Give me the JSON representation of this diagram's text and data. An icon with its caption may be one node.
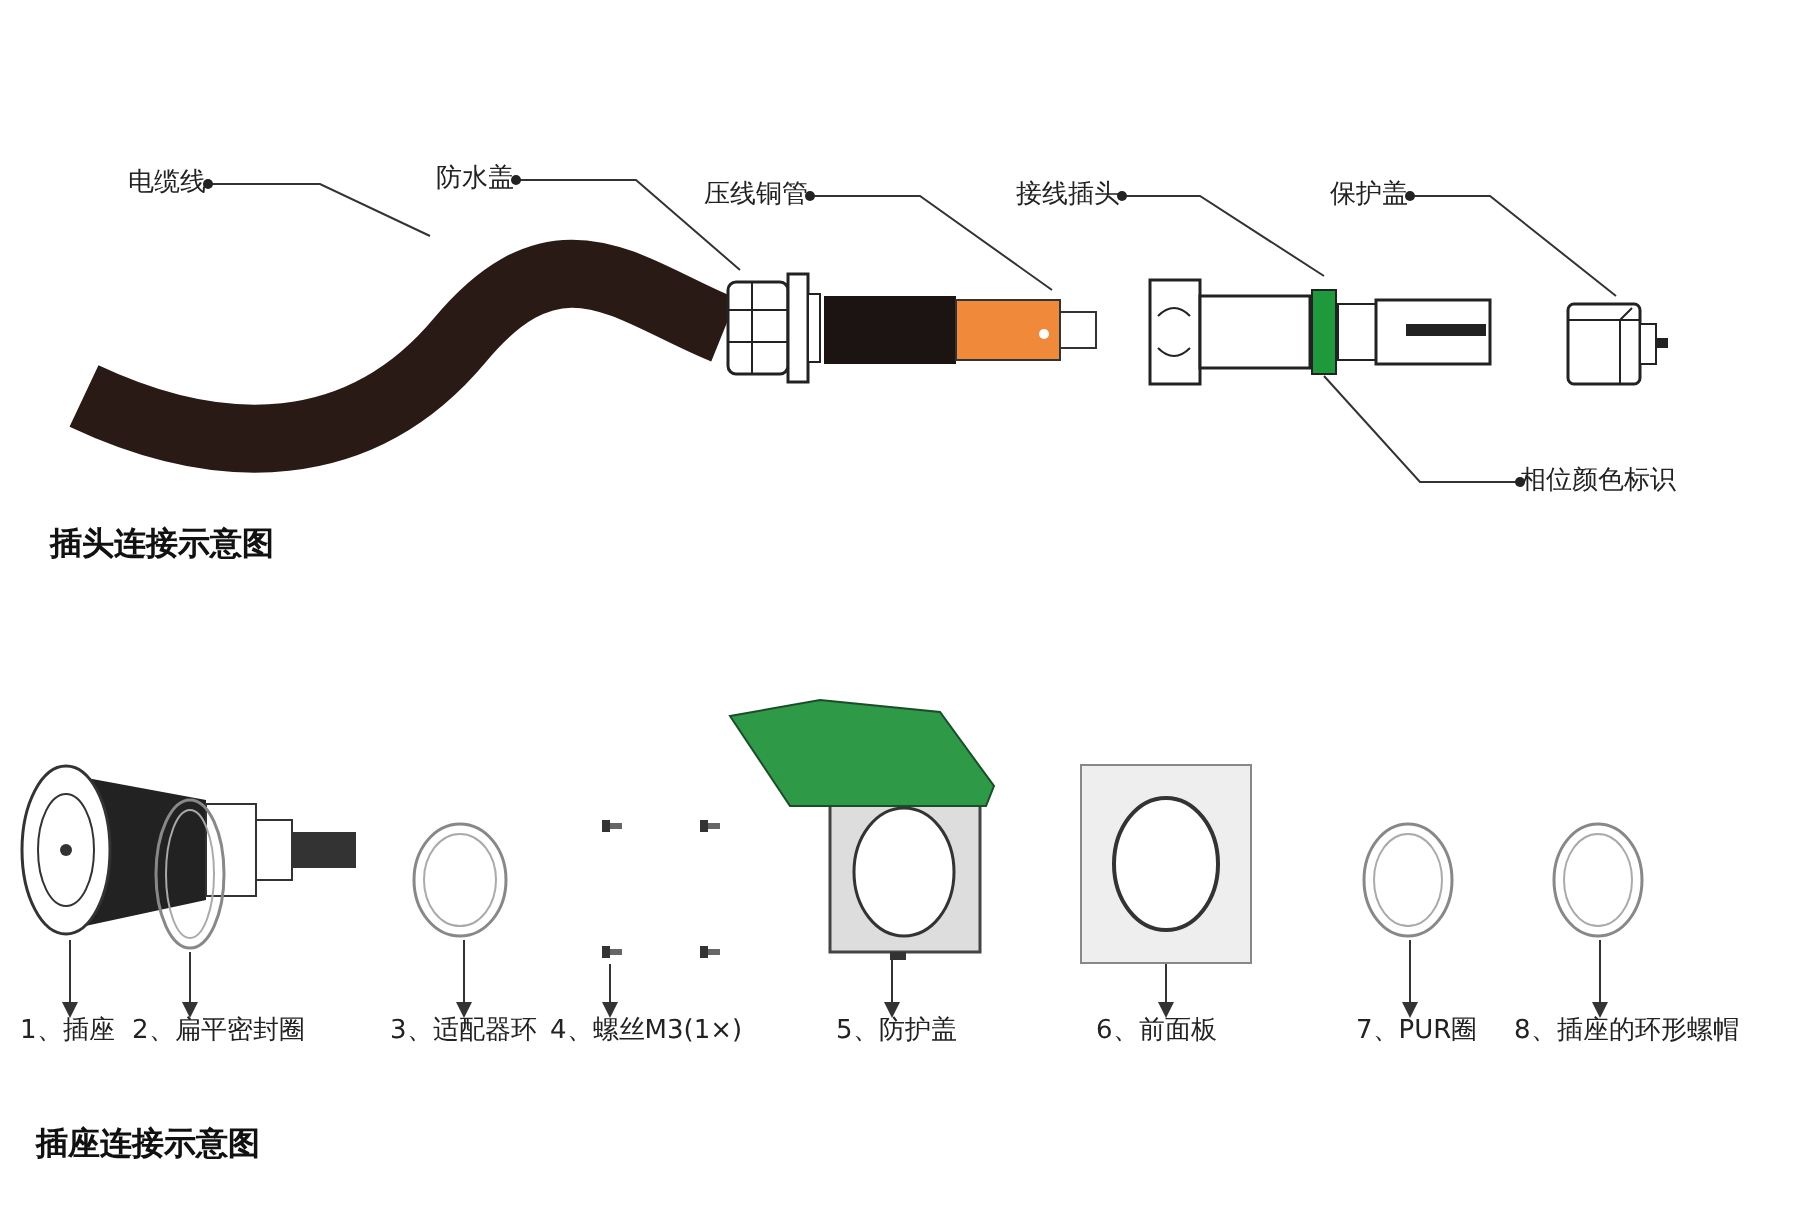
{
  "diagram": {
    "nodes": [
      {
        "text": [
          "电缆线"
        ]
      },
      {
        "text": [],
        "shape": "picture"
      },
      {
        "text": [
          "防水盖"
        ]
      },
      {
        "text": [],
        "shape": "picture"
      },
      {
        "text": [
          "压线铜管"
        ]
      },
      {
        "text": [],
        "shape": "picture"
      },
      {
        "text": [
          "接线插头"
        ]
      },
      {
        "text": [],
        "shape": "picture"
      },
      {
        "text": [
          "保护盖"
        ]
      },
      {
        "text": [],
        "shape": "picture"
      },
      {
        "text": [
          "相位颜色标识"
        ]
      },
      {
        "text": [],
        "shape": "bar",
        "in": 7
      },
      {
        "text": [],
        "shape": "picture"
      },
      {
        "text": [
          "1、插座"
        ]
      },
      {
        "text": [],
        "shape": "picture"
      },
      {
        "text": [
          "2、扁平密封圈"
        ]
      },
      {
        "text": [],
        "shape": "picture"
      },
      {
        "text": [
          "3、适配器环"
        ]
      },
      {
        "text": [],
        "shape": "picture"
      },
      {
        "text": [
          "4、螺丝M3(1×)"
        ]
      },
      {
        "text": [],
        "shape": "picture"
      },
      {
        "text": [
          "5、防护盖"
        ]
      },
      {
        "text": [],
        "shape": "picture"
      },
      {
        "text": [
          "6、前面板"
        ]
      },
      {
        "text": [],
        "shape": "picture"
      },
      {
        "text": [
          "7、PUR圈"
        ]
      },
      {
        "text": [],
        "shape": "picture"
      },
      {
        "text": [
          "8、插座的环形螺帽"
        ]
      }
    ],
    "edges": [
      {
        "from": 0,
        "to": 1,
        "arrow": "other"
      },
      {
        "from": 2,
        "to": 3,
        "arrow": "other"
      },
      {
        "from": 4,
        "to": 5,
        "arrow": "other"
      },
      {
        "from": 6,
        "to": 7,
        "arrow": "other"
      },
      {
        "from": 8,
        "to": 9,
        "arrow": "other"
      },
      {
        "from": 10,
        "to": 11,
        "arrow": "other"
      },
      {
        "from": 12,
        "to": 13,
        "arrow": "to"
      },
      {
        "from": 14,
        "to": 15,
        "arrow": "to"
      },
      {
        "from": 16,
        "to": 17,
        "arrow": "to"
      },
      {
        "from": 18,
        "to": 19,
        "arrow": "to"
      },
      {
        "from": 20,
        "to": 21,
        "arrow": "to"
      },
      {
        "from": 22,
        "to": 23,
        "arrow": "to"
      },
      {
        "from": 24,
        "to": 25,
        "arrow": "to"
      },
      {
        "from": 26,
        "to": 27,
        "arrow": "to"
      }
    ],
    "labels": [
      "插头连接示意图",
      "插座连接示意图"
    ]
  }
}
